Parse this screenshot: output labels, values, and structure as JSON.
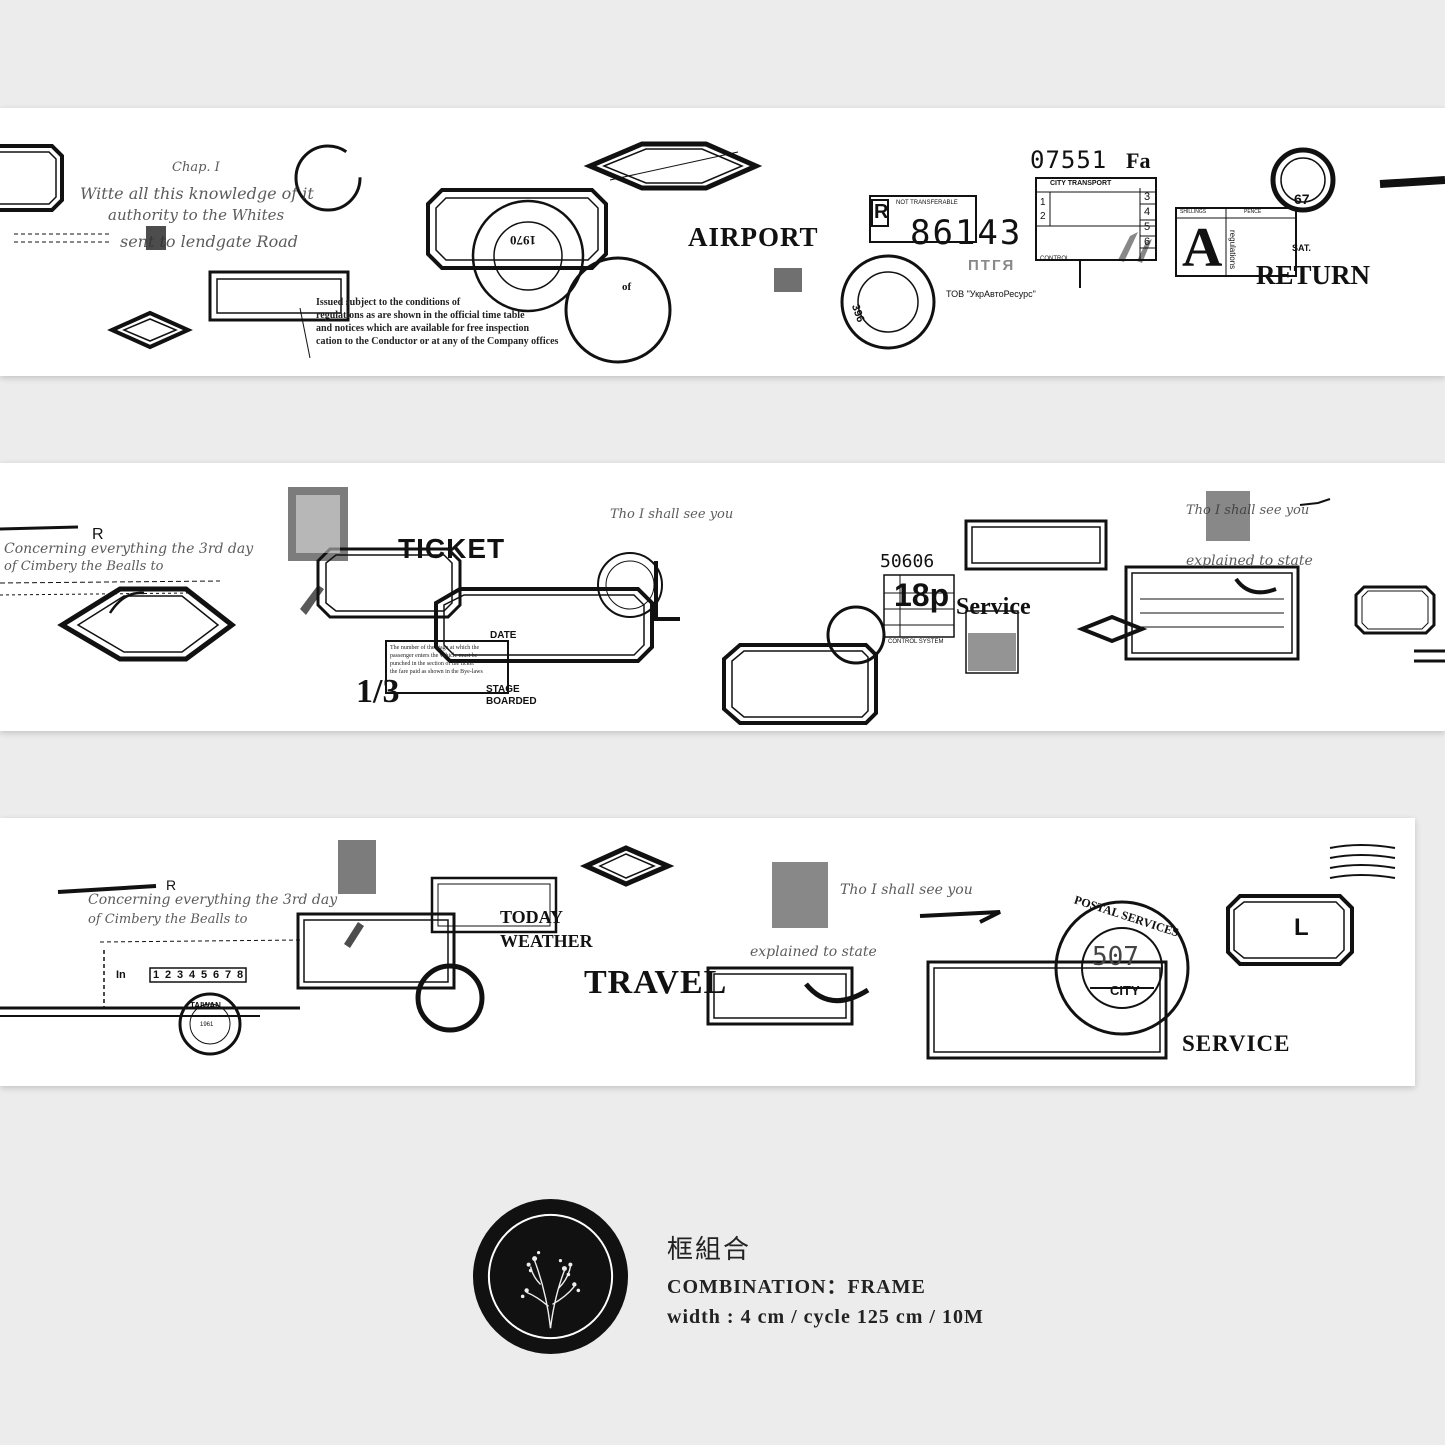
{
  "strip1": {
    "airport": "AIRPORT",
    "ticket_no": "86143",
    "ticket_no_small": "07551",
    "ticket_fa": "Fa",
    "not_transferable": "NOT TRANSFERABLE",
    "city_transport": "CITY TRANSPORT",
    "control": "CONTROL",
    "return": "RETURN",
    "big_letter": "A",
    "circle_num": "67",
    "sat": "SAT.",
    "shillings": "SHILLINGS",
    "pence": "PENCE",
    "regulations": "regulations",
    "postmark_year": "1970",
    "cyrillic_text": "ТОВ \"УкрАвтоРесурс\"",
    "cyrillic_stamp": "ПТГЯ",
    "stamp_r": "R",
    "stamp_of": "of",
    "postmark_num": "396",
    "ticket_grid": [
      "1",
      "2",
      "3",
      "4",
      "5",
      "6"
    ],
    "notice_lines": [
      "Issued subject to the conditions of",
      "regulations as are shown in the official time table",
      "and notices which are available for free inspection",
      "cation to the Conductor or at any of the Company offices"
    ],
    "script_lines": [
      "Chap. I",
      "Witte all this knowledge of it",
      "authority to the Whites",
      "sent to lendgate Road"
    ]
  },
  "strip2": {
    "ticket": "TICKET",
    "fraction": "1/3",
    "date": "DATE",
    "stage": "STAGE",
    "boarded": "BOARDED",
    "number": "50606",
    "fare": "18p",
    "service": "Service",
    "control": "CONTROL SYSTEM",
    "stamp_r": "R",
    "notice_lines": [
      "The number of the stage at which the",
      "passenger enters the vehicle must be",
      "punched in the section of the ticket",
      "the fare paid as shown in the Bye-laws"
    ],
    "script_lines": [
      "Concerning everything the 3rd day",
      "of Cimbery the Bealls to",
      "Tho I shall see you",
      "explained to state"
    ]
  },
  "strip3": {
    "today": "TODAY",
    "weather": "WEATHER",
    "travel": "TRAVEL",
    "postal": "POSTAL SERVICES",
    "postal_num": "507",
    "city": "CITY",
    "service": "SERVICE",
    "taiwan": "TAIWAN",
    "taiwan_year": "1961",
    "in_label": "In",
    "numbers": [
      "1",
      "2",
      "3",
      "4",
      "5",
      "6",
      "7",
      "8"
    ],
    "stamp_r": "R",
    "letter_l": "L",
    "script_lines": [
      "Concerning everything the 3rd day",
      "of Cimbery the Bealls to",
      "Tho I shall see you",
      "explained to state"
    ]
  },
  "footer": {
    "title_cn": "框組合",
    "combination": "COMBINATION：FRAME",
    "spec": "width : 4 cm / cycle 125 cm / 10M"
  }
}
